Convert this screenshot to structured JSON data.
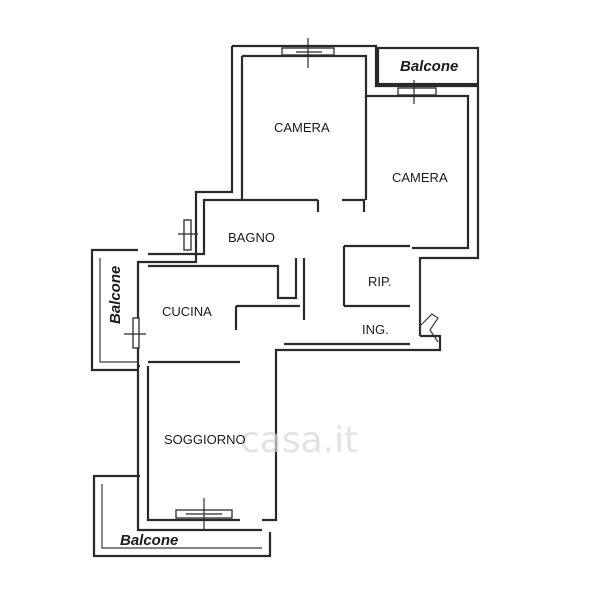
{
  "rooms": {
    "camera_1": "CAMERA",
    "camera_2": "CAMERA",
    "bagno": "BAGNO",
    "rip": "RIP.",
    "cucina": "CUCINA",
    "ing": "ING.",
    "soggiorno": "SOGGIORNO"
  },
  "balconies": {
    "top_right": "Balcone",
    "left": "Balcone",
    "bottom": "Balcone"
  },
  "watermark": "casa.it"
}
